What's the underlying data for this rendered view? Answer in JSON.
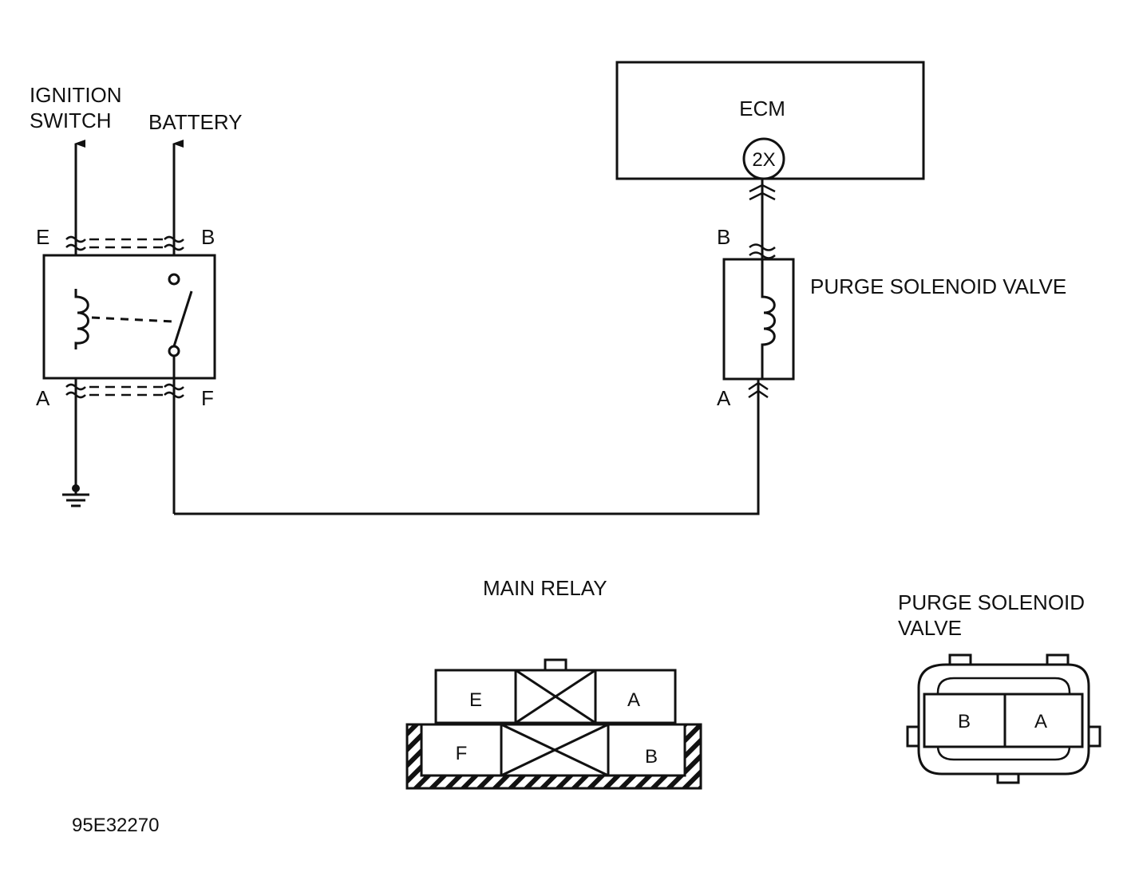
{
  "labels": {
    "ignition_switch_line1": "IGNITION",
    "ignition_switch_line2": "SWITCH",
    "battery": "BATTERY",
    "ecm": "ECM",
    "ecm_terminal": "2X",
    "purge_solenoid_valve": "PURGE SOLENOID VALVE",
    "main_relay": "MAIN RELAY",
    "purge_connector_line1": "PURGE SOLENOID",
    "purge_connector_line2": "VALVE",
    "figure_id": "95E32270"
  },
  "relay_terminals": {
    "top_left": "E",
    "top_right": "B",
    "bottom_left": "A",
    "bottom_right": "F"
  },
  "valve_terminals": {
    "top": "B",
    "bottom": "A"
  },
  "main_relay_connector": {
    "top_row": [
      "E",
      "A"
    ],
    "bottom_row": [
      "F",
      "B"
    ]
  },
  "purge_connector": {
    "pins": [
      "B",
      "A"
    ]
  }
}
